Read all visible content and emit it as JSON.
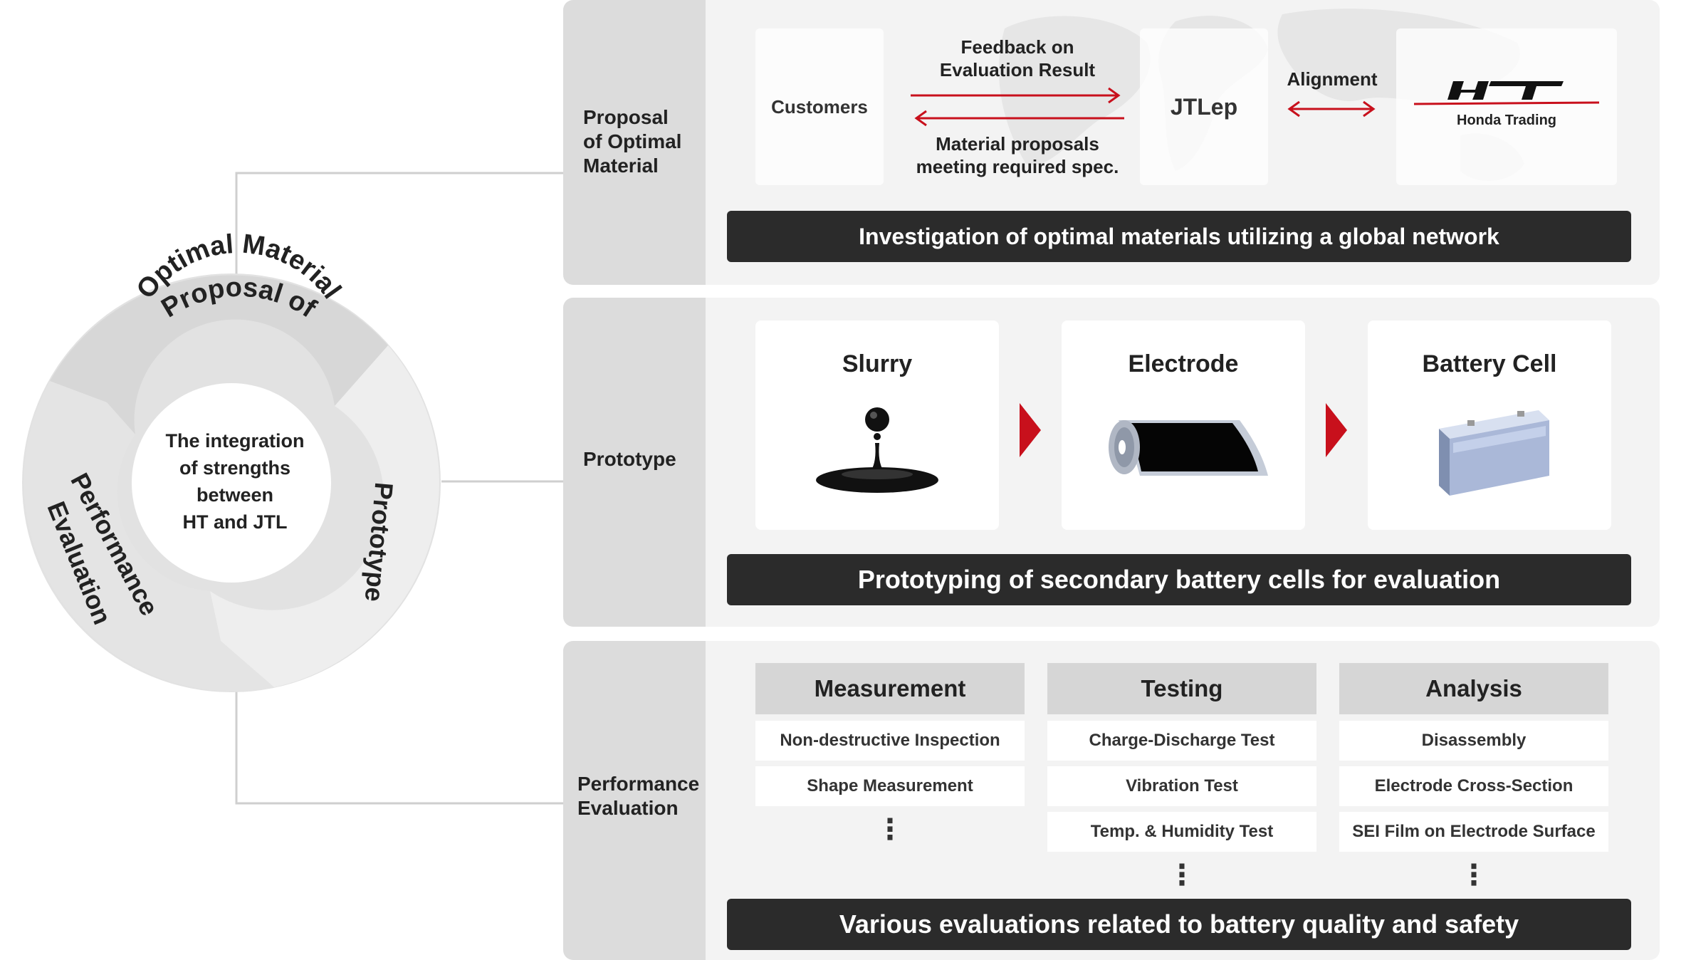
{
  "cycle": {
    "center_text": [
      "The integration",
      "of strengths",
      "between",
      "HT and JTL"
    ],
    "segments": [
      "Proposal of",
      "Optimal Material",
      "Prototype",
      "Performance",
      "Evaluation"
    ]
  },
  "sections": {
    "proposal": {
      "label_lines": [
        "Proposal",
        "of Optimal",
        "Material"
      ],
      "customers": "Customers",
      "feedback_label": [
        "Feedback on",
        "Evaluation Result"
      ],
      "proposals_label": [
        "Material proposals",
        "meeting required spec."
      ],
      "jtlep": "JTLep",
      "alignment": "Alignment",
      "ht_logo": "HT",
      "ht_name": "Honda Trading",
      "banner": "Investigation of optimal materials utilizing a global network"
    },
    "prototype": {
      "label": "Prototype",
      "steps": [
        "Slurry",
        "Electrode",
        "Battery Cell"
      ],
      "banner": "Prototyping of secondary battery cells for evaluation"
    },
    "evaluation": {
      "label_lines": [
        "Performance",
        "Evaluation"
      ],
      "columns": [
        {
          "title": "Measurement",
          "items": [
            "Non-destructive Inspection",
            "Shape Measurement"
          ]
        },
        {
          "title": "Testing",
          "items": [
            "Charge-Discharge Test",
            "Vibration Test",
            "Temp. & Humidity Test"
          ]
        },
        {
          "title": "Analysis",
          "items": [
            "Disassembly",
            "Electrode Cross-Section",
            "SEI Film on Electrode Surface"
          ]
        }
      ],
      "dots": "⋮",
      "banner": "Various evaluations related to battery quality and safety"
    }
  },
  "colors": {
    "accent_red": "#c8101c",
    "banner_bg": "#2b2b2b",
    "side_bg": "#dcdcdc",
    "section_bg": "#f3f3f3"
  }
}
